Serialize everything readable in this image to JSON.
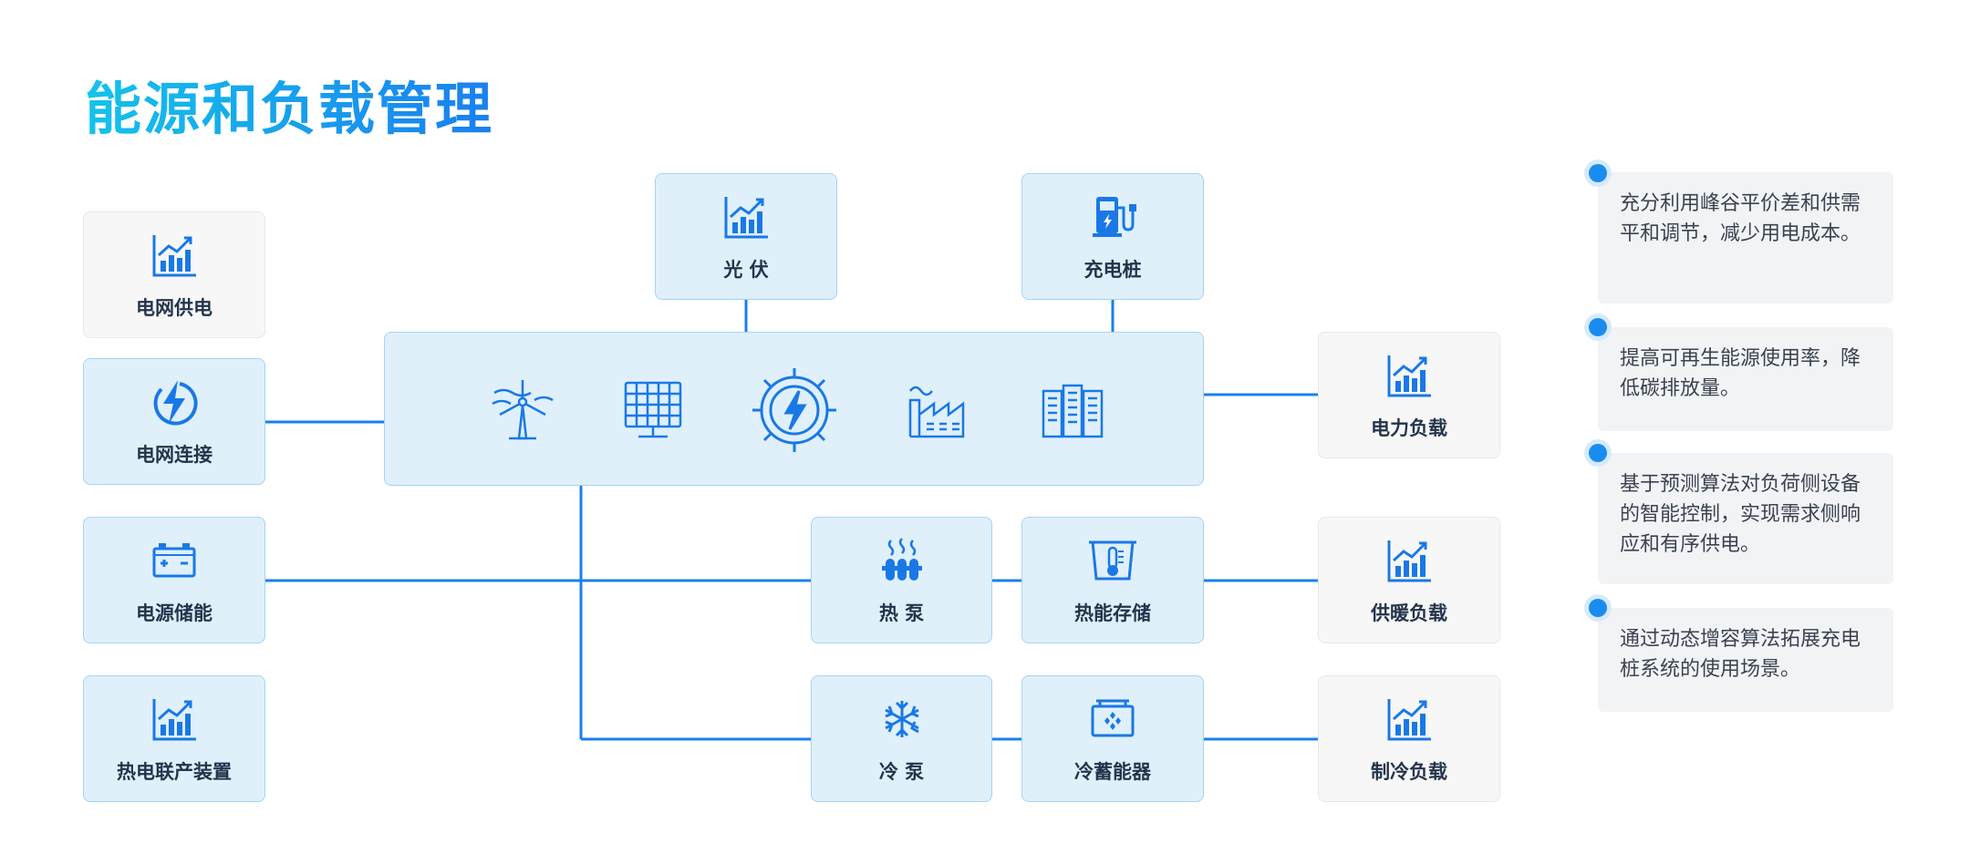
{
  "title": "能源和负载管理",
  "colors": {
    "accent": "#1a8cf0",
    "box_fill": "#dff0fb",
    "box_border": "#a6d3f3",
    "load_fill": "#f7f7f7"
  },
  "nodes": {
    "grid_supply": {
      "label": "电网供电",
      "icon": "bar-chart-icon"
    },
    "grid_connect": {
      "label": "电网连接",
      "icon": "lightning-icon"
    },
    "power_storage": {
      "label": "电源储能",
      "icon": "battery-icon"
    },
    "chp": {
      "label": "热电联产装置",
      "icon": "bar-chart-icon"
    },
    "pv": {
      "label": "光 伏",
      "icon": "bar-chart-icon"
    },
    "charging_pile": {
      "label": "充电桩",
      "icon": "charging-station-icon"
    },
    "heat_pump": {
      "label": "热 泵",
      "icon": "heat-pump-icon"
    },
    "heat_storage": {
      "label": "热能存储",
      "icon": "thermometer-icon"
    },
    "cold_pump": {
      "label": "冷 泵",
      "icon": "snowflake-icon"
    },
    "cold_storage": {
      "label": "冷蓄能器",
      "icon": "cold-storage-icon"
    },
    "power_load": {
      "label": "电力负载",
      "icon": "bar-chart-icon"
    },
    "heating_load": {
      "label": "供暖负载",
      "icon": "bar-chart-icon"
    },
    "cooling_load": {
      "label": "制冷负载",
      "icon": "bar-chart-icon"
    }
  },
  "center_icons": [
    "wind-turbine-icon",
    "solar-panel-icon",
    "energy-gear-icon",
    "factory-icon",
    "buildings-icon"
  ],
  "notes": [
    "充分利用峰谷平价差和供需平和调节，减少用电成本。",
    "提高可再生能源使用率，降低碳排放量。",
    "基于预测算法对负荷侧设备的智能控制，实现需求侧响应和有序供电。",
    "通过动态增容算法拓展充电桩系统的使用场景。"
  ]
}
